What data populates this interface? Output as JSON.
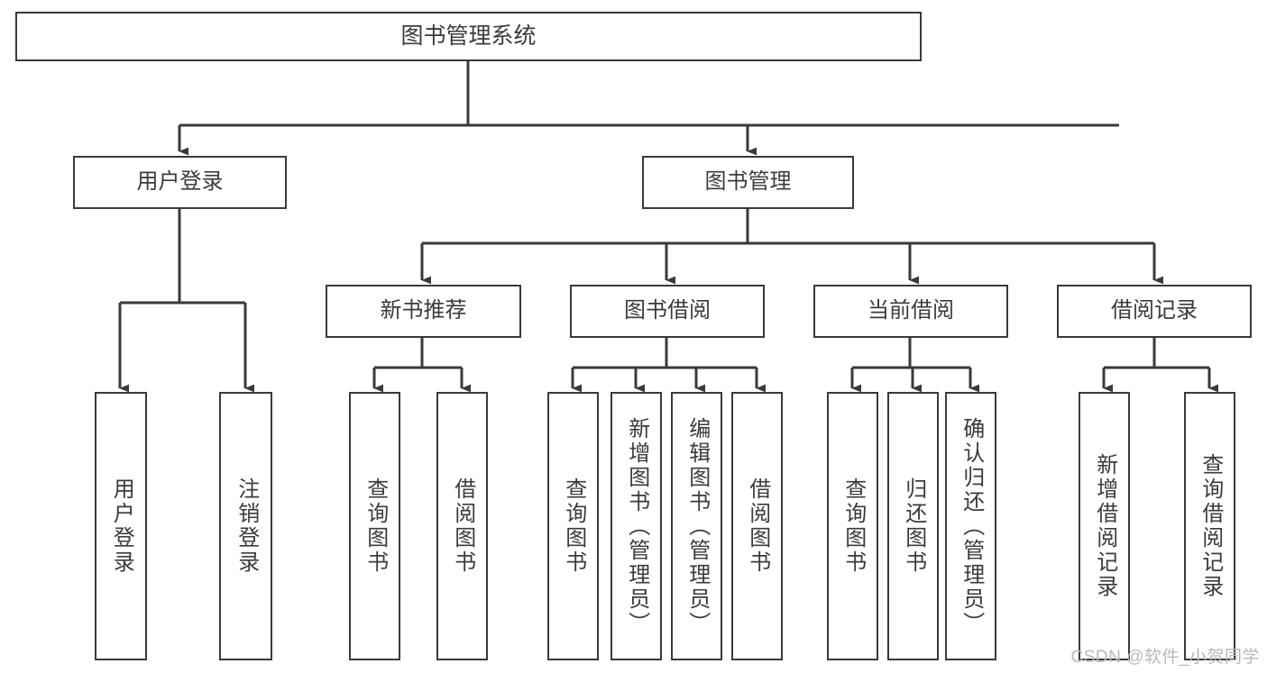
{
  "diagram": {
    "title": "图书管理系统",
    "type": "tree-hierarchy-diagram",
    "stroke_color": "#3a3a3a",
    "text_color": "#3b3b3b",
    "background_color": "#ffffff",
    "root": {
      "label": "图书管理系统"
    },
    "level2": [
      {
        "label": "用户登录"
      },
      {
        "label": "图书管理"
      }
    ],
    "level3": [
      {
        "label": "新书推荐"
      },
      {
        "label": "图书借阅"
      },
      {
        "label": "当前借阅"
      },
      {
        "label": "借阅记录"
      }
    ],
    "leaves": [
      {
        "label": "用户登录",
        "parent": "用户登录"
      },
      {
        "label": "注销登录",
        "parent": "用户登录"
      },
      {
        "label": "查询图书",
        "parent": "新书推荐"
      },
      {
        "label": "借阅图书",
        "parent": "新书推荐"
      },
      {
        "label": "查询图书",
        "parent": "图书借阅"
      },
      {
        "label": "新增图书（管理员）",
        "parent": "图书借阅"
      },
      {
        "label": "编辑图书（管理员）",
        "parent": "图书借阅"
      },
      {
        "label": "借阅图书",
        "parent": "图书借阅"
      },
      {
        "label": "查询图书",
        "parent": "当前借阅"
      },
      {
        "label": "归还图书",
        "parent": "当前借阅"
      },
      {
        "label": "确认归还（管理员）",
        "parent": "当前借阅"
      },
      {
        "label": "新增借阅记录",
        "parent": "借阅记录"
      },
      {
        "label": "查询借阅记录",
        "parent": "借阅记录"
      }
    ]
  },
  "watermark": {
    "text": "CSDN @软件_小贺同学"
  }
}
